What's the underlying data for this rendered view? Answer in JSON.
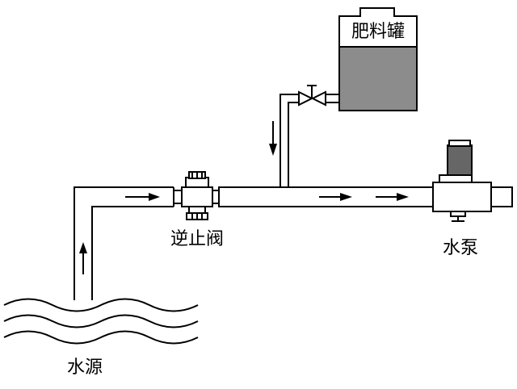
{
  "labels": {
    "water_source": "水源",
    "check_valve": "逆止阀",
    "fertilizer_tank": "肥料罐",
    "water_pump": "水泵"
  }
}
